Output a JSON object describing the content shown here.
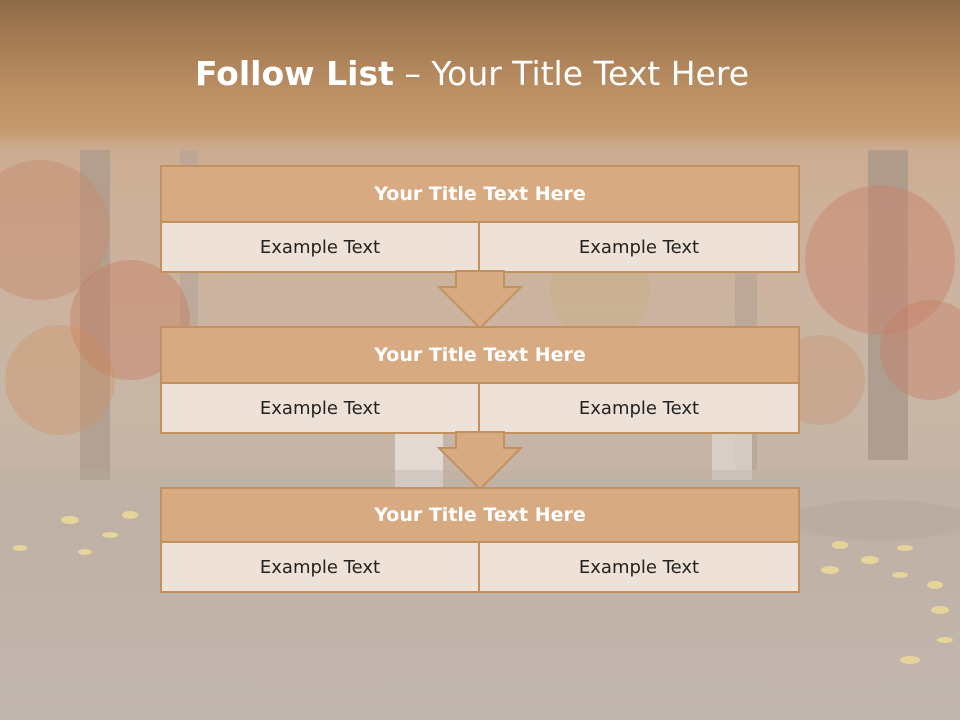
{
  "title": {
    "bold": "Follow List",
    "separator": " – ",
    "regular": "Your Title Text Here"
  },
  "blocks": [
    {
      "title": "Your Title Text Here",
      "left": "Example Text",
      "right": "Example Text"
    },
    {
      "title": "Your Title Text Here",
      "left": "Example Text",
      "right": "Example Text"
    },
    {
      "title": "Your Title Text Here",
      "left": "Example Text",
      "right": "Example Text"
    }
  ],
  "colors": {
    "header": "#b88c60",
    "box_fill": "#d7aa82",
    "box_border": "#c3915e",
    "cell_fill": "#eee1d8"
  }
}
